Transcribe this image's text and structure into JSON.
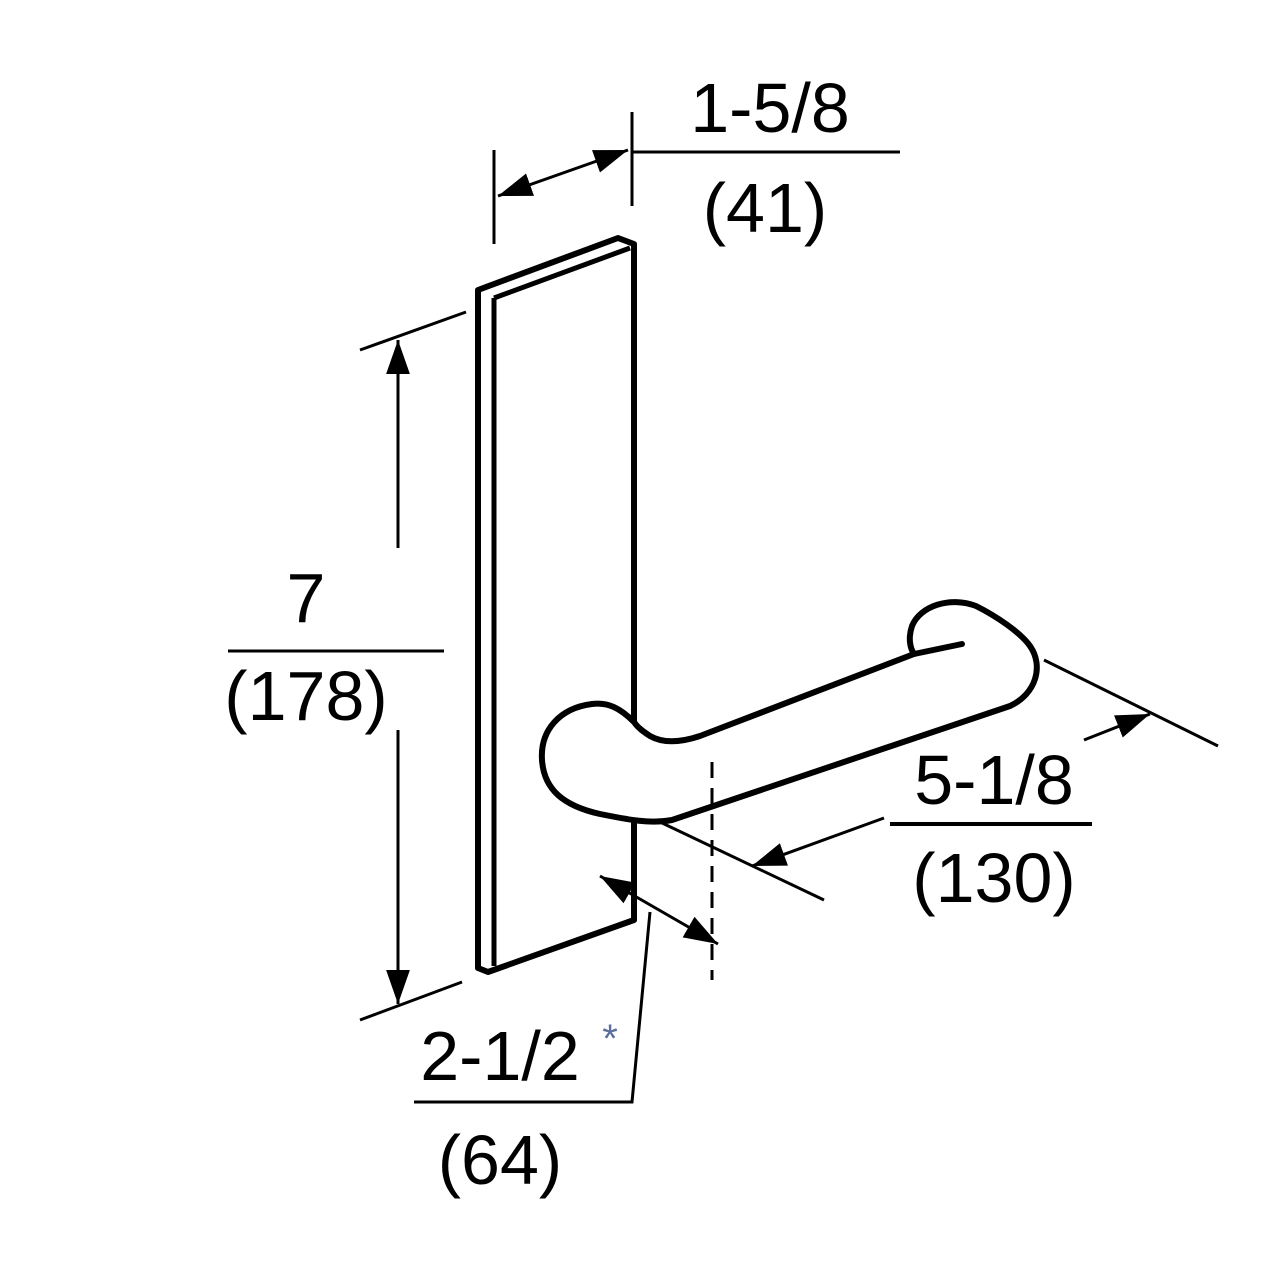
{
  "diagram": {
    "subject": "lever handle with rectangular escutcheon plate",
    "colors": {
      "line": "#000000",
      "background": "#ffffff",
      "asterisk": "#5a6f9a"
    },
    "dimensions": {
      "plate_width": {
        "imperial": "1-5/8",
        "metric": "(41)"
      },
      "plate_height": {
        "imperial": "7",
        "metric": "(178)"
      },
      "lever_length": {
        "imperial": "5-1/8",
        "metric": "(130)"
      },
      "projection": {
        "imperial": "2-1/2",
        "metric": "(64)",
        "note_marker": "*"
      }
    }
  }
}
